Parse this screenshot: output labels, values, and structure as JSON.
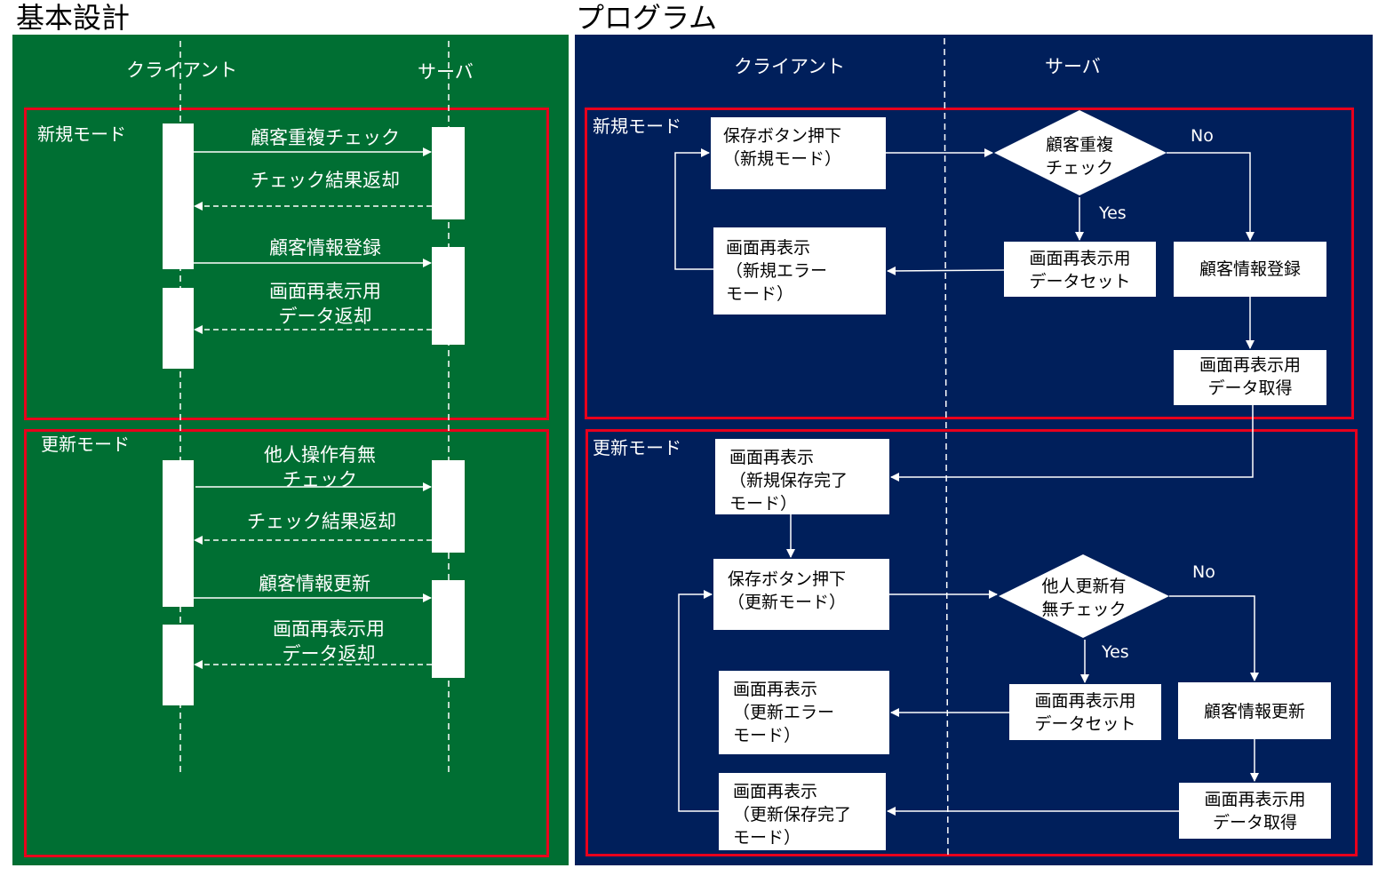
{
  "headings": {
    "left": "基本設計",
    "right": "プログラム"
  },
  "colors": {
    "left_bg": "#006f33",
    "right_bg": "#001f5b",
    "frame": "#e8001c"
  },
  "left": {
    "client": "クライアント",
    "server": "サーバ",
    "new_mode": "新規モード",
    "update_mode": "更新モード",
    "messages": [
      "顧客重複チェック",
      "チェック結果返却",
      "顧客情報登録",
      "画面再表示用\nデータ返却",
      "他人操作有無\nチェック",
      "チェック結果返却",
      "顧客情報更新",
      "画面再表示用\nデータ返却"
    ]
  },
  "right": {
    "client": "クライアント",
    "server": "サーバ",
    "new_mode": "新規モード",
    "update_mode": "更新モード",
    "boxes": {
      "save_new": "保存ボタン押下\n（新規モード）",
      "redisp_new_err": "画面再表示\n（新規エラー\nモード）",
      "dataset_new": "画面再表示用\nデータセット",
      "register": "顧客情報登録",
      "fetch_new": "画面再表示用\nデータ取得",
      "redisp_new_done": "画面再表示\n（新規保存完了\nモード）",
      "save_upd": "保存ボタン押下\n（更新モード）",
      "redisp_upd_err": "画面再表示\n（更新エラー\nモード）",
      "dataset_upd": "画面再表示用\nデータセット",
      "update": "顧客情報更新",
      "redisp_upd_done": "画面再表示\n（更新保存完了\nモード）",
      "fetch_upd": "画面再表示用\nデータ取得"
    },
    "decisions": {
      "dup_check": "顧客重複\nチェック",
      "other_check": "他人更新有\n無チェック"
    },
    "yes": "Yes",
    "no": "No"
  }
}
